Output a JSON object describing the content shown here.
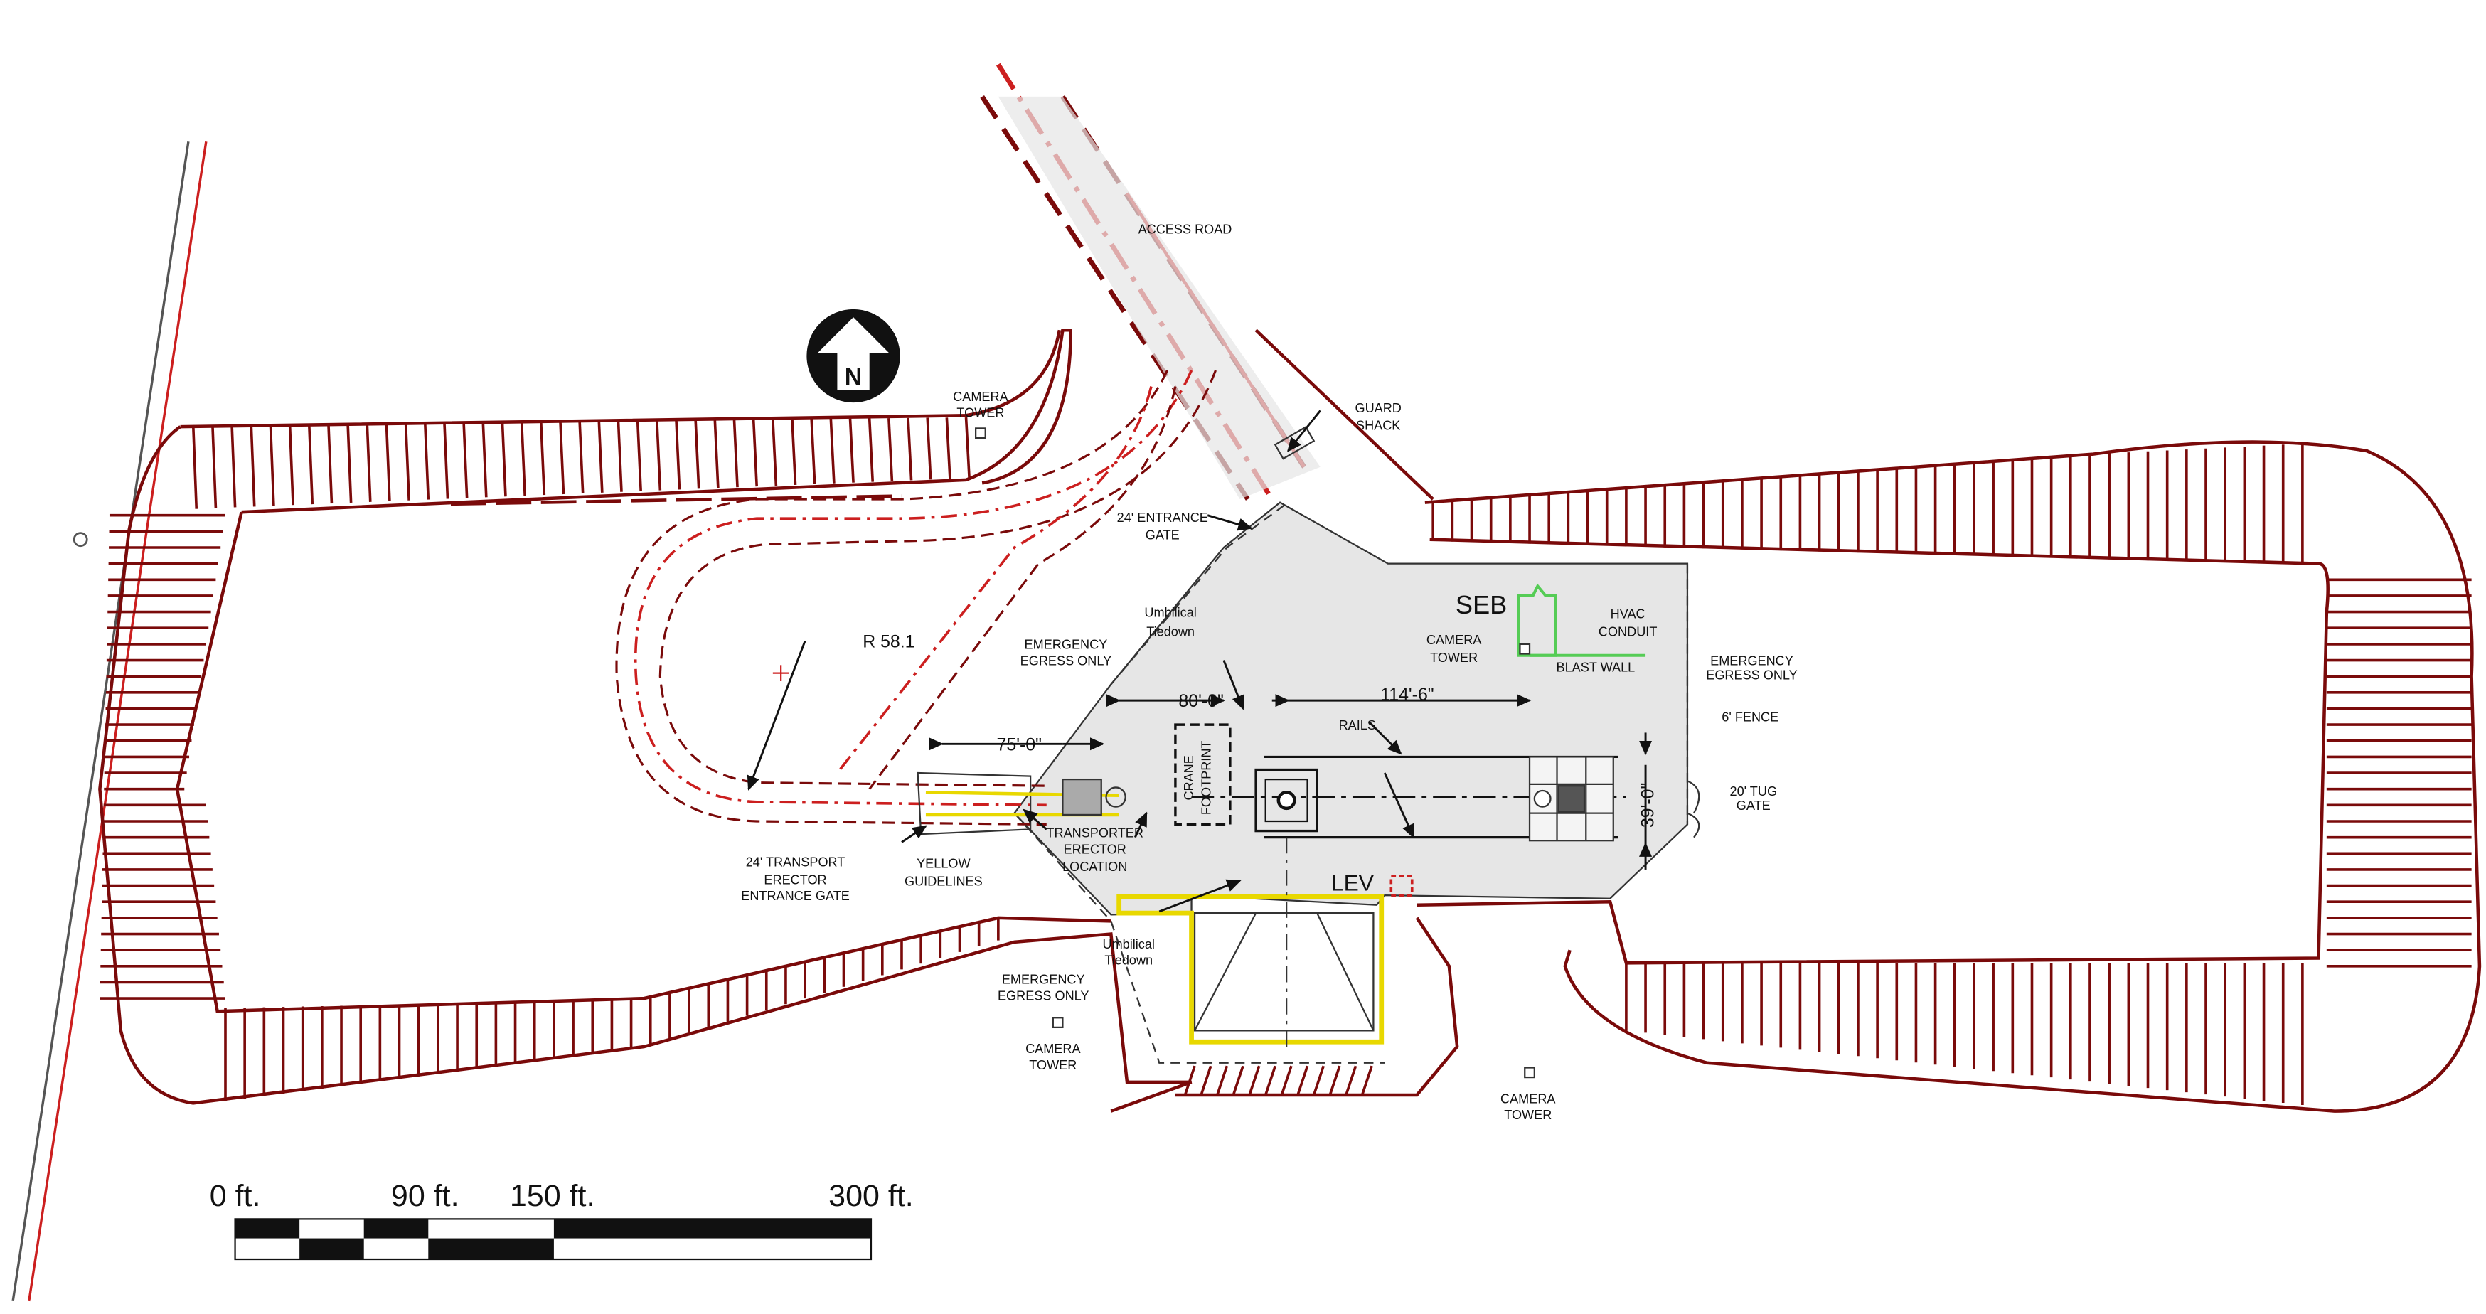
{
  "colors": {
    "berm": "#7a0a0a",
    "pad": "#e6e6e6",
    "road_red": "#cc1f1f",
    "yellow": "#e8d800",
    "green": "#55cc55",
    "ink": "#111111"
  },
  "north_arrow": {
    "letter": "N"
  },
  "labels": {
    "access_road": "ACCESS ROAD",
    "camera_tower_nw": [
      "CAMERA",
      "TOWER"
    ],
    "guard_shack": [
      "GUARD",
      "SHACK"
    ],
    "entrance_gate": [
      "24' ENTRANCE",
      "GATE"
    ],
    "radius": "R 58.1",
    "emergency_egress_w": [
      "EMERGENCY",
      "EGRESS ONLY"
    ],
    "umbilical_top": [
      "Umbilical",
      "Tiedown"
    ],
    "seb": "SEB",
    "camera_tower_seb": [
      "CAMERA",
      "TOWER"
    ],
    "hvac": [
      "HVAC",
      "CONDUIT"
    ],
    "blast_wall": "BLAST WALL",
    "emergency_egress_e": [
      "EMERGENCY",
      "EGRESS ONLY"
    ],
    "fence": "6' FENCE",
    "tug_gate": [
      "20' TUG",
      "GATE"
    ],
    "dim_80": "80'-0\"",
    "dim_114": "114'-6\"",
    "dim_75": "75'-0\"",
    "dim_39": "39'-0\"",
    "rails": "RAILS",
    "crane": [
      "CRANE",
      "FOOTPRINT"
    ],
    "transporter": [
      "TRANSPORTER",
      "ERECTOR",
      "LOCATION"
    ],
    "transport_gate": [
      "24' TRANSPORT",
      "ERECTOR",
      "ENTRANCE GATE"
    ],
    "yellow_guidelines": [
      "YELLOW",
      "GUIDELINES"
    ],
    "lev": "LEV",
    "umbilical_bottom": [
      "Umbilical",
      "Tiedown"
    ],
    "emergency_egress_s": [
      "EMERGENCY",
      "EGRESS ONLY"
    ],
    "camera_tower_s": [
      "CAMERA",
      "TOWER"
    ],
    "camera_tower_se": [
      "CAMERA",
      "TOWER"
    ]
  },
  "scale_bar": {
    "labels": [
      "0 ft.",
      "90 ft.",
      "150 ft.",
      "300 ft."
    ]
  }
}
